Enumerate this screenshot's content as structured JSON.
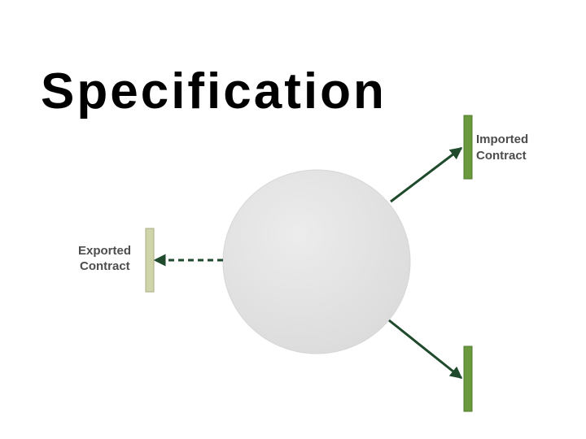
{
  "slide": {
    "title": "Specification"
  },
  "diagram": {
    "exported": {
      "line1": "Exported",
      "line2": "Contract",
      "connector": "dashed-arrow"
    },
    "imported": {
      "line1": "Imported",
      "line2": "Contract",
      "connector": "solid-arrow"
    },
    "unlabeled_contract": {
      "connector": "solid-arrow"
    }
  },
  "colors": {
    "arrow": "#1f4a2c",
    "label_text": "#4d4d4d",
    "imported_bar": "#6b9a3e",
    "exported_bar": "#cfd4a9",
    "component_circle": "#e5e5e5"
  }
}
